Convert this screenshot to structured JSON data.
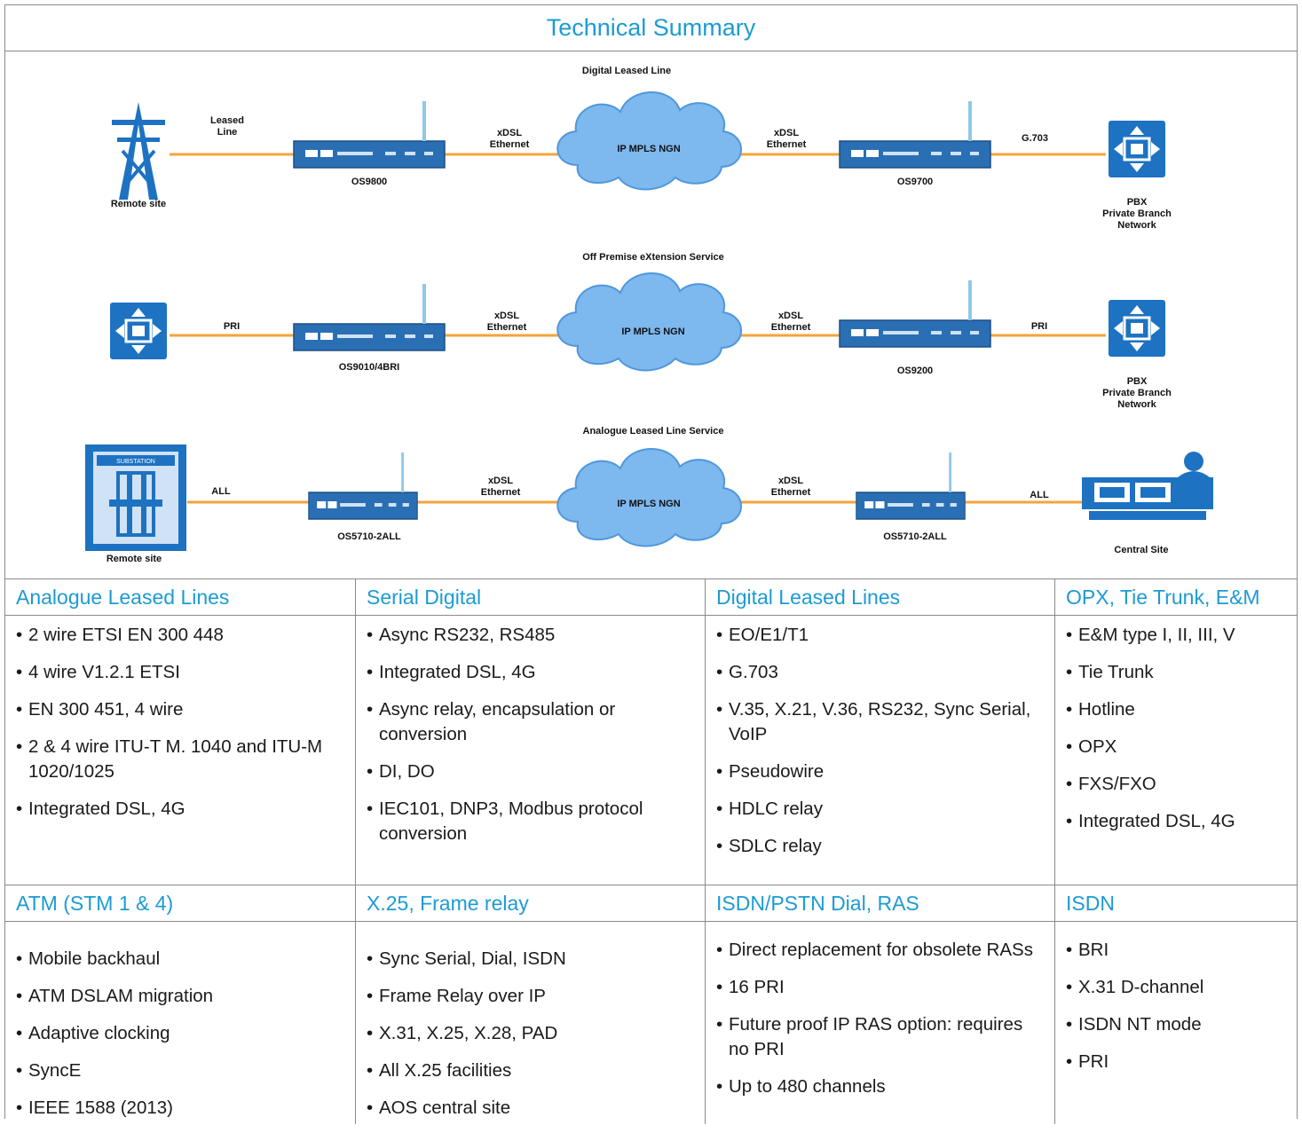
{
  "title": "Technical Summary",
  "diagram": {
    "rows": [
      {
        "heading": "Digital Leased Line",
        "left_link_label": "Leased\nLine",
        "left_device_label": "OS9800",
        "left_site_label": "Remote site",
        "mid_left_label": "xDSL\nEthernet",
        "cloud_label": "IP MPLS NGN",
        "mid_right_label": "xDSL\nEthernet",
        "right_device_label": "OS9700",
        "right_link_label": "G.703",
        "right_site_label": "PBX\nPrivate Branch\nNetwork"
      },
      {
        "heading": "Off Premise eXtension Service",
        "left_link_label": "PRI",
        "left_device_label": "OS9010/4BRI",
        "left_site_label": "",
        "mid_left_label": "xDSL\nEthernet",
        "cloud_label": "IP MPLS NGN",
        "mid_right_label": "xDSL\nEthernet",
        "right_device_label": "OS9200",
        "right_link_label": "PRI",
        "right_site_label": "PBX\nPrivate Branch\nNetwork"
      },
      {
        "heading": "Analogue Leased Line Service",
        "left_link_label": "ALL",
        "left_device_label": "OS5710-2ALL",
        "left_site_label": "Remote site",
        "mid_left_label": "xDSL\nEthernet",
        "cloud_label": "IP MPLS NGN",
        "mid_right_label": "xDSL\nEthernet",
        "right_device_label": "OS5710-2ALL",
        "right_link_label": "ALL",
        "right_site_label": "Central Site"
      }
    ],
    "substation_label": "SUBSTATION",
    "icons": [
      "pylon-icon",
      "pbx-icon",
      "substation-icon",
      "central-site-icon",
      "router-icon",
      "cloud-icon"
    ],
    "colors": {
      "line": "#f5a33a",
      "device": "#2a6fb4",
      "icon": "#1d72c2",
      "cloud": "#5aa8e8"
    }
  },
  "sections": [
    [
      {
        "header": "Analogue Leased Lines",
        "items": [
          "2 wire ETSI EN 300 448",
          "4 wire V1.2.1 ETSI",
          "EN 300 451, 4 wire",
          "2 & 4 wire ITU-T M. 1040 and ITU-M 1020/1025",
          "Integrated DSL, 4G"
        ]
      },
      {
        "header": "Serial Digital",
        "items": [
          "Async RS232, RS485",
          "Integrated DSL, 4G",
          "Async relay, encapsulation or conversion",
          "DI, DO",
          "IEC101, DNP3, Modbus protocol conversion"
        ]
      },
      {
        "header": "Digital Leased Lines",
        "items": [
          "EO/E1/T1",
          "G.703",
          "V.35, X.21, V.36, RS232, Sync Serial, VoIP",
          "Pseudowire",
          "HDLC relay",
          "SDLC relay"
        ]
      },
      {
        "header": "OPX, Tie Trunk, E&M",
        "items": [
          "E&M type I, II, III, V",
          "Tie Trunk",
          "Hotline",
          "OPX",
          "FXS/FXO",
          "Integrated DSL, 4G"
        ]
      }
    ],
    [
      {
        "header": "ATM (STM 1 & 4)",
        "items": [
          "Mobile backhaul",
          "ATM DSLAM migration",
          "Adaptive clocking",
          "SyncE",
          "IEEE 1588 (2013)"
        ]
      },
      {
        "header": "X.25, Frame relay",
        "items": [
          "Sync Serial, Dial, ISDN",
          "Frame Relay over IP",
          "X.31, X.25, X.28, PAD",
          "All X.25 facilities",
          "AOS central site"
        ]
      },
      {
        "header": "ISDN/PSTN Dial, RAS",
        "items": [
          "Direct replacement for obsolete RASs",
          "16 PRI",
          "Future proof IP RAS option: requires no PRI",
          "Up to 480 channels"
        ]
      },
      {
        "header": "ISDN",
        "items": [
          "BRI",
          "X.31 D-channel",
          "ISDN NT mode",
          "PRI"
        ]
      }
    ]
  ]
}
